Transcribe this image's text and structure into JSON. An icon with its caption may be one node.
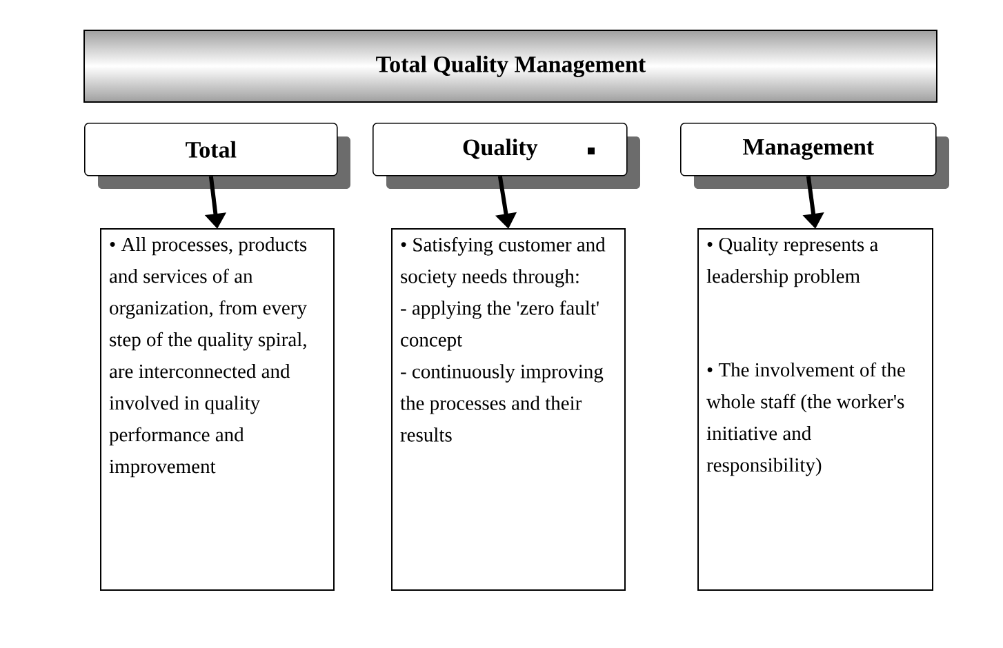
{
  "diagram": {
    "nodes": [
      {
        "text": [
          "Total Quality Management"
        ]
      },
      {
        "text": [
          "Total"
        ]
      },
      {
        "text": [
          "Quality"
        ]
      },
      {
        "text": [
          "Management"
        ]
      },
      {
        "text": [
          "• All processes, products and services of an organization, from every step of the quality spiral, are interconnected and involved in quality performance and improvement"
        ]
      },
      {
        "text": [
          "• Satisfying customer and society needs through:",
          "- applying the 'zero fault' concept",
          "- continuously improving the processes and their results"
        ]
      },
      {
        "text": [
          "• Quality represents a leadership problem",
          "• The involvement of the whole staff (the worker's initiative and responsibility)"
        ]
      }
    ],
    "edges": [
      {
        "from": 1,
        "to": 4,
        "arrow": "to"
      },
      {
        "from": 2,
        "to": 5,
        "arrow": "to"
      },
      {
        "from": 3,
        "to": 6,
        "arrow": "to"
      }
    ]
  }
}
